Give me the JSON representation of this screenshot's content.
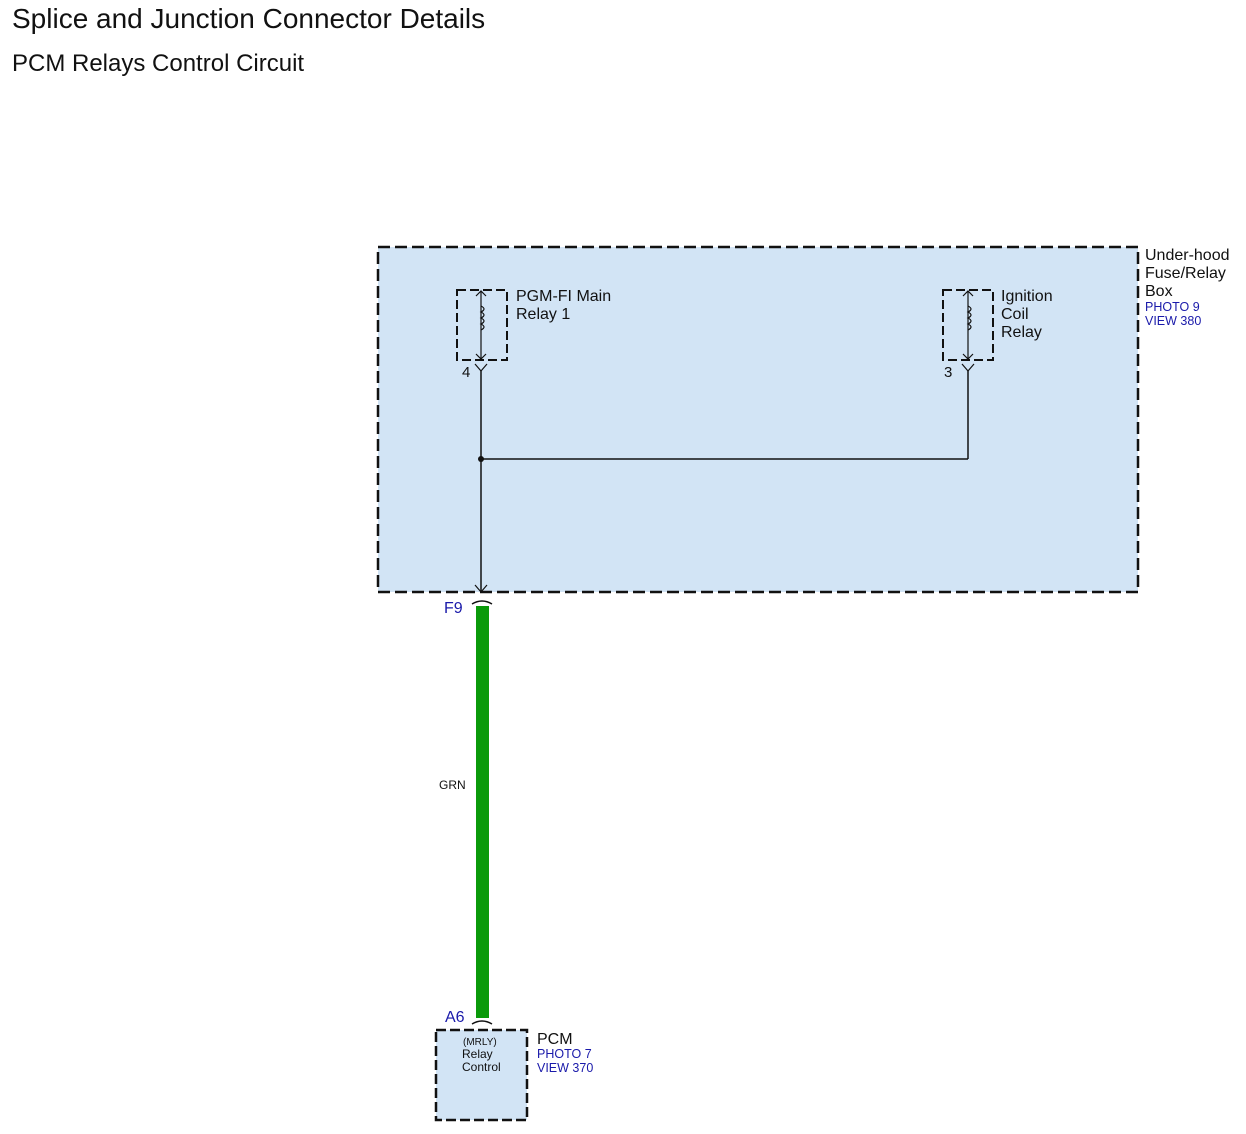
{
  "header": {
    "title": "Splice and Junction Connector Details",
    "subtitle": "PCM Relays Control Circuit"
  },
  "colors": {
    "box_fill": "#d2e4f5",
    "wire_green": "#0a9a0a",
    "connector_label": "#1a1aaa"
  },
  "fuse_box": {
    "name_lines": [
      "Under-hood",
      "Fuse/Relay",
      "Box"
    ],
    "photo": "PHOTO 9",
    "view": "VIEW 380",
    "relay_1": {
      "label_lines": [
        "PGM-FI Main",
        "Relay 1"
      ],
      "pin": "4"
    },
    "relay_2": {
      "label_lines": [
        "Ignition",
        "Coil",
        "Relay"
      ],
      "pin": "3"
    },
    "connector": "F9"
  },
  "wire": {
    "color_code": "GRN"
  },
  "pcm": {
    "connector": "A6",
    "name": "PCM",
    "photo": "PHOTO 7",
    "view": "VIEW 370",
    "pin_function_lines": [
      "(MRLY)",
      "Relay",
      "Control"
    ]
  }
}
